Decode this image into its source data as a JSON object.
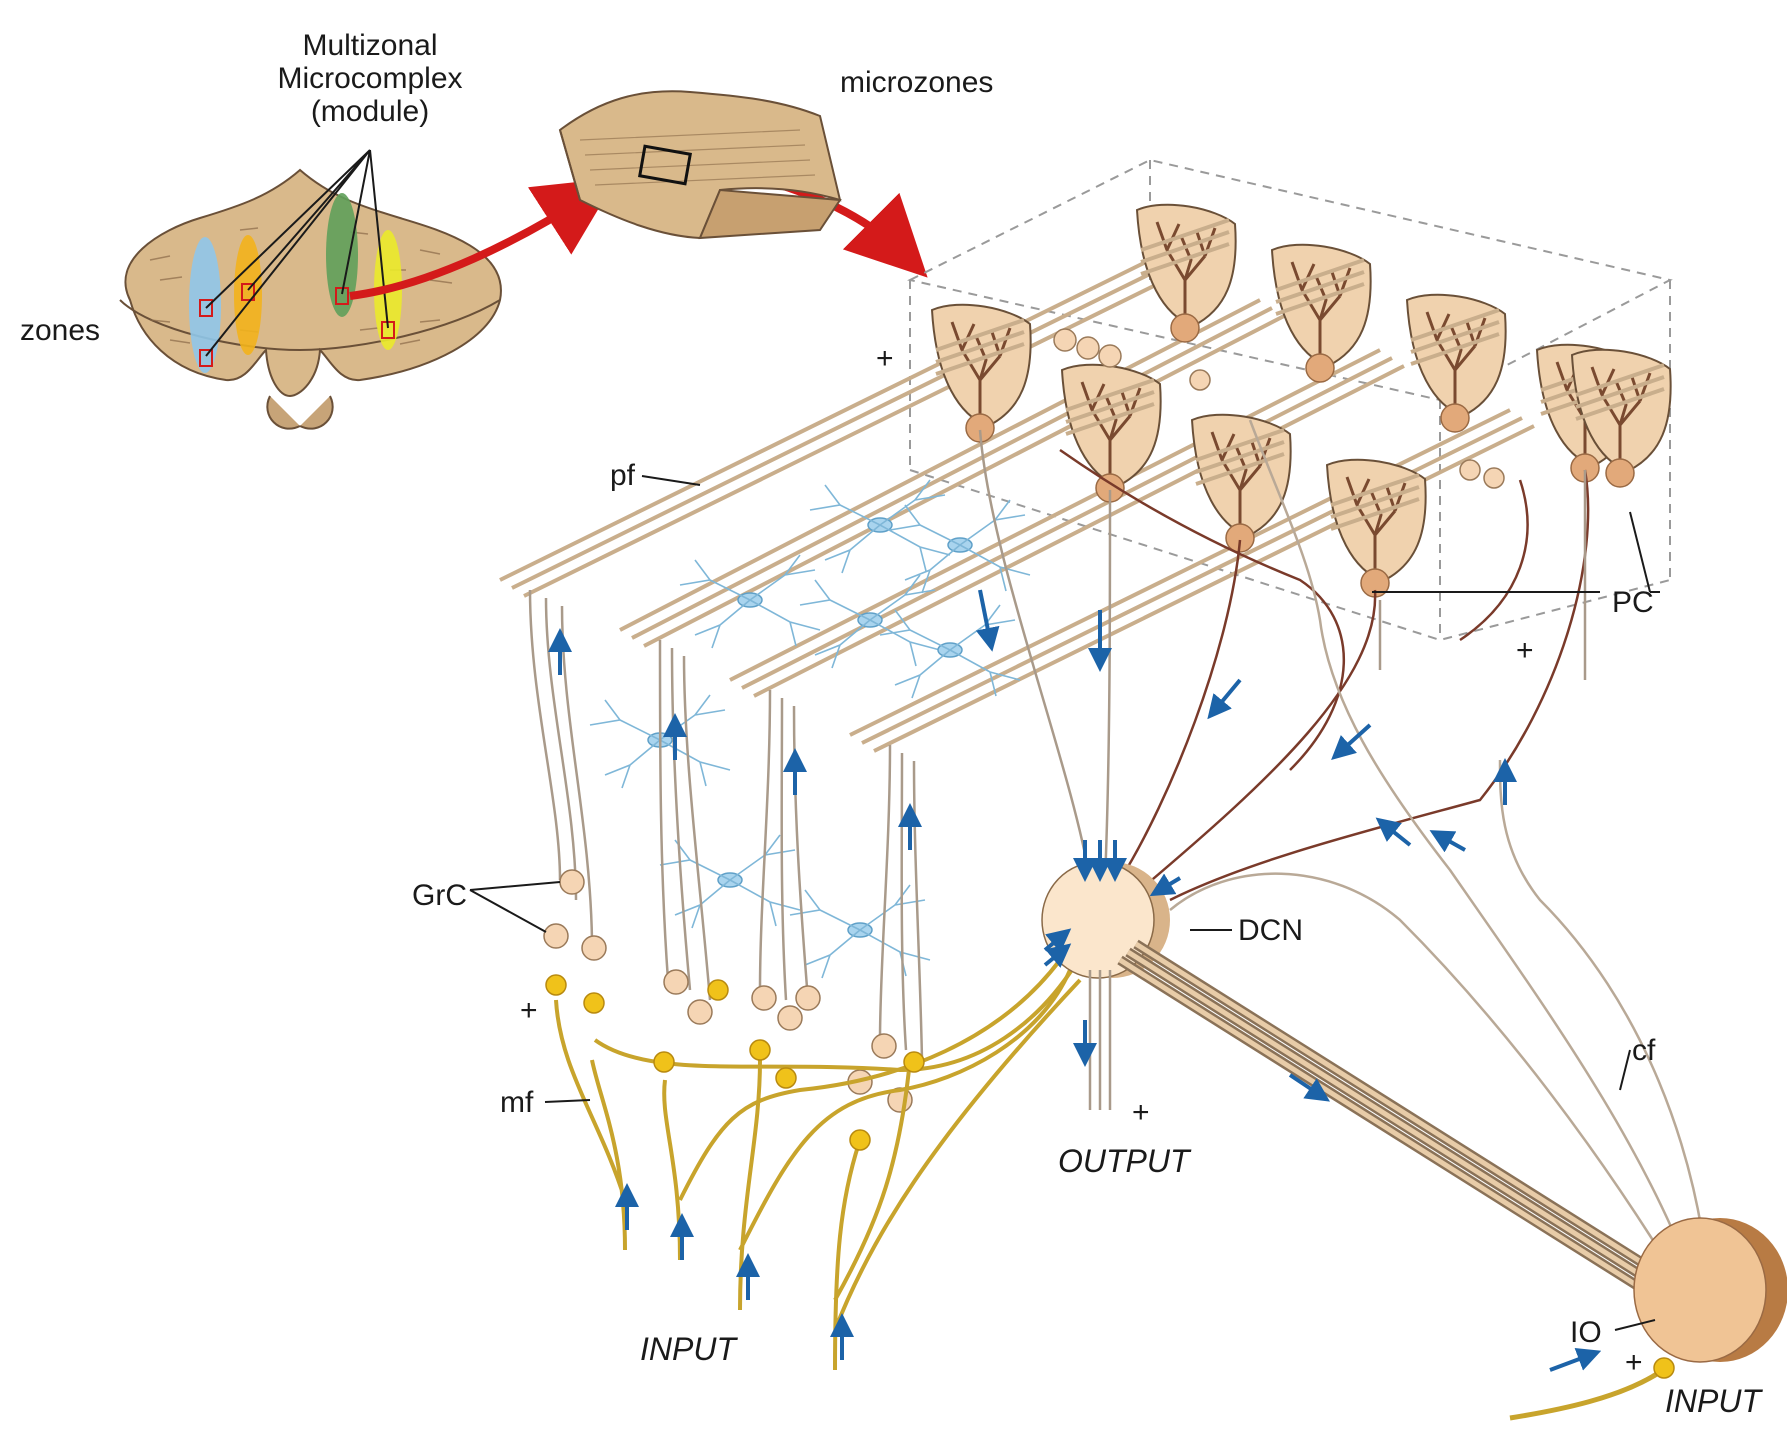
{
  "labels": {
    "module": [
      "Multizonal",
      "Microcomplex",
      "(module)"
    ],
    "microzones": "microzones",
    "zones": "zones",
    "pf": "pf",
    "pc": "PC",
    "grc": "GrC",
    "mf": "mf",
    "dcn": "DCN",
    "cf": "cf",
    "io": "IO",
    "output": "OUTPUT",
    "input_mossy": "INPUT",
    "input_io": "INPUT"
  },
  "signs": {
    "pf_plus": "+",
    "pc_plus": "+",
    "mf_plus": "+",
    "output_plus": "+",
    "io_plus": "+"
  },
  "colors": {
    "cerebellum": "#d9b98b",
    "zone_blue": "#8fc6ea",
    "zone_orange": "#f2b21c",
    "zone_green": "#5fa05a",
    "zone_yellow": "#eaea2a",
    "red_arrow": "#d41a1a",
    "parallel_fiber": "#c9ae8c",
    "purkinje_cell": "#f0d2ae",
    "stellate_cell": "#7fb7d8",
    "mossy_fiber": "#c8a42c",
    "signal_arrow": "#1c63a8"
  }
}
